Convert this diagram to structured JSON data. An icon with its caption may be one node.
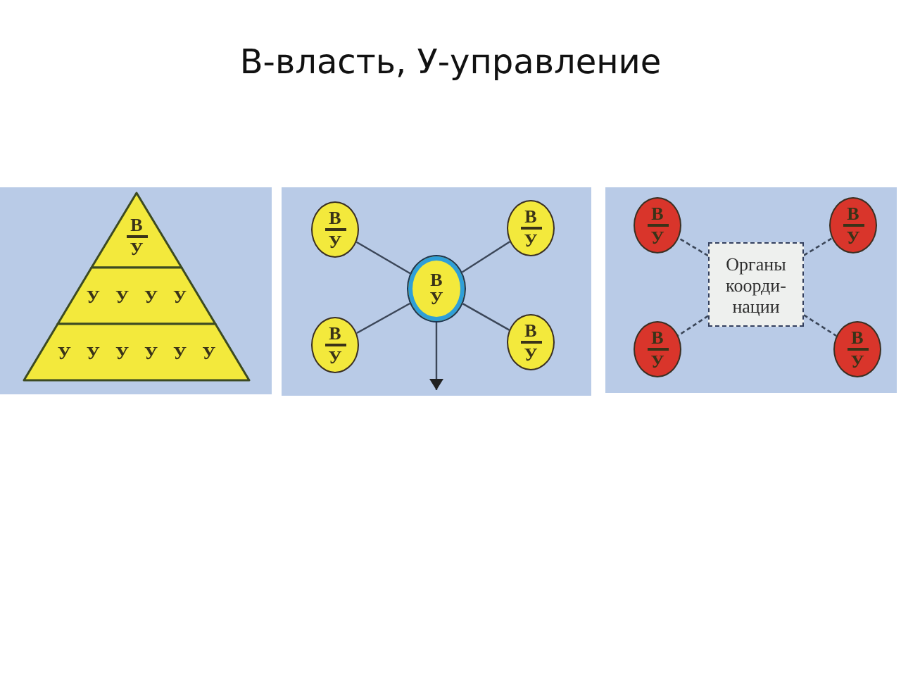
{
  "diagram": {
    "title": "В-власть, У-управление",
    "nodes": [
      {
        "text": [
          "В",
          "У"
        ]
      },
      {
        "text": [
          "У",
          "У",
          "У",
          "У"
        ]
      },
      {
        "text": [
          "У",
          "У",
          "У",
          "У",
          "У",
          "У"
        ]
      },
      {
        "text": [
          "В",
          "У"
        ]
      },
      {
        "text": [
          "В",
          "У"
        ]
      },
      {
        "text": [
          "В",
          "У"
        ]
      },
      {
        "text": [
          "В",
          "У"
        ]
      },
      {
        "text": [
          "В",
          "У"
        ]
      },
      {
        "text": [
          "В",
          "У"
        ]
      },
      {
        "text": [
          "В",
          "У"
        ]
      },
      {
        "text": [
          "Органы коорди- нации"
        ]
      },
      {
        "text": [
          "В",
          "У"
        ]
      },
      {
        "text": [
          "В",
          "У"
        ]
      }
    ],
    "edges": [
      {
        "from": 5,
        "to": 3,
        "arrow": "none"
      },
      {
        "from": 5,
        "to": 4,
        "arrow": "none"
      },
      {
        "from": 5,
        "to": 6,
        "arrow": "none"
      },
      {
        "from": 5,
        "to": 7,
        "arrow": "none"
      },
      {
        "from": 5,
        "to": null,
        "arrow": "to"
      },
      {
        "from": 10,
        "to": 8,
        "arrow": "none",
        "style": "dashed"
      },
      {
        "from": 10,
        "to": 9,
        "arrow": "none",
        "style": "dashed"
      },
      {
        "from": 10,
        "to": 11,
        "arrow": "none",
        "style": "dashed"
      },
      {
        "from": 10,
        "to": 12,
        "arrow": "none",
        "style": "dashed"
      }
    ]
  }
}
